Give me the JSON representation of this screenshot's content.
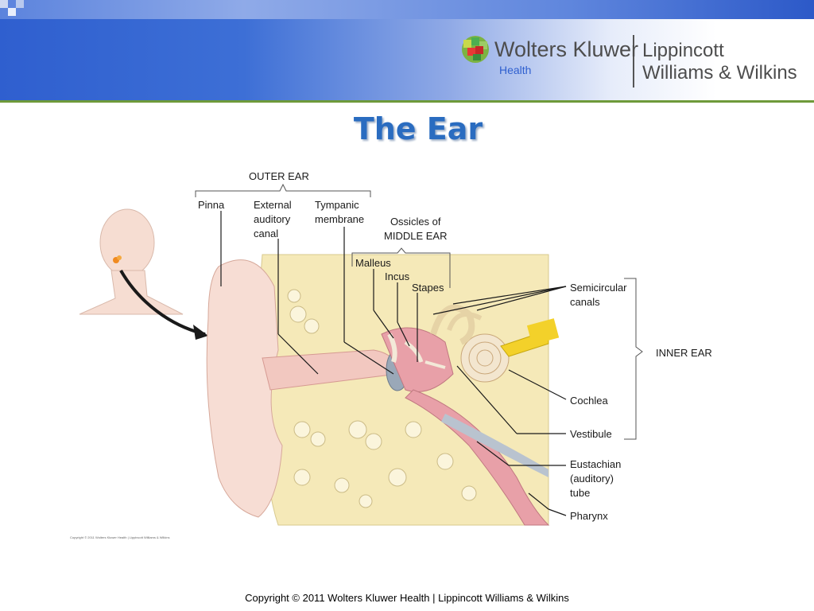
{
  "header": {
    "brand_primary": "Wolters Kluwer",
    "brand_secondary": "Health",
    "partner_line1": "Lippincott",
    "partner_line2": "Williams & Wilkins"
  },
  "slide": {
    "title": "The Ear"
  },
  "diagram": {
    "labels": {
      "outer_ear": "OUTER EAR",
      "pinna": "Pinna",
      "external_auditory_canal": "External\nauditory\ncanal",
      "tympanic_membrane": "Tympanic\nmembrane",
      "ossicles": "Ossicles of\nMIDDLE EAR",
      "malleus": "Malleus",
      "incus": "Incus",
      "stapes": "Stapes",
      "semicircular_canals": "Semicircular\ncanals",
      "inner_ear": "INNER EAR",
      "cochlea": "Cochlea",
      "vestibule": "Vestibule",
      "eustachian_tube": "Eustachian\n(auditory)\ntube",
      "pharynx": "Pharynx"
    },
    "figure_credit": "Copyright © 2011 Wolters Kluwer Health | Lippincott Williams & Wilkins"
  },
  "footer": {
    "copyright": "Copyright © 2011 Wolters Kluwer Health | Lippincott Williams & Wilkins"
  },
  "colors": {
    "title": "#2a6cc0",
    "header_blue": "#2f5fcf",
    "header_rule": "#6e9a3a",
    "bone": "#f5e9b8",
    "skin": "#f6d9cf",
    "canal_pink": "#e8a0a8",
    "membrane_gray": "#9aa8b8",
    "nerve_yellow": "#f3d12a"
  }
}
